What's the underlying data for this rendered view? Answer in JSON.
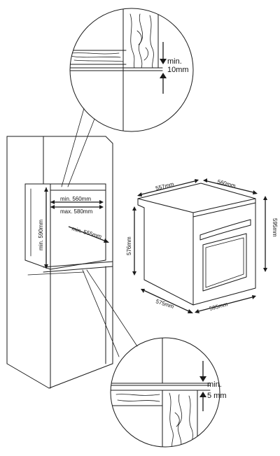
{
  "top_detail": {
    "min_label": "min.",
    "value_label": "10mm"
  },
  "cabinet": {
    "width_min": "min. 560mm",
    "width_max": "max. 580mm",
    "height_min": "min. 590mm",
    "depth_min": "min. 555mm"
  },
  "oven": {
    "top_depth": "557mm",
    "top_width": "560mm",
    "left_height": "576mm",
    "right_height": "595mm",
    "bottom_depth": "575mm",
    "bottom_width": "595mm"
  },
  "bottom_detail": {
    "min_label": "min.",
    "value_label": "5 mm"
  },
  "colors": {
    "line": "#1a1a1a",
    "background": "#ffffff"
  },
  "icons": [
    "arrow-down-icon",
    "arrow-up-icon",
    "arrow-right-icon",
    "arrow-left-icon"
  ]
}
